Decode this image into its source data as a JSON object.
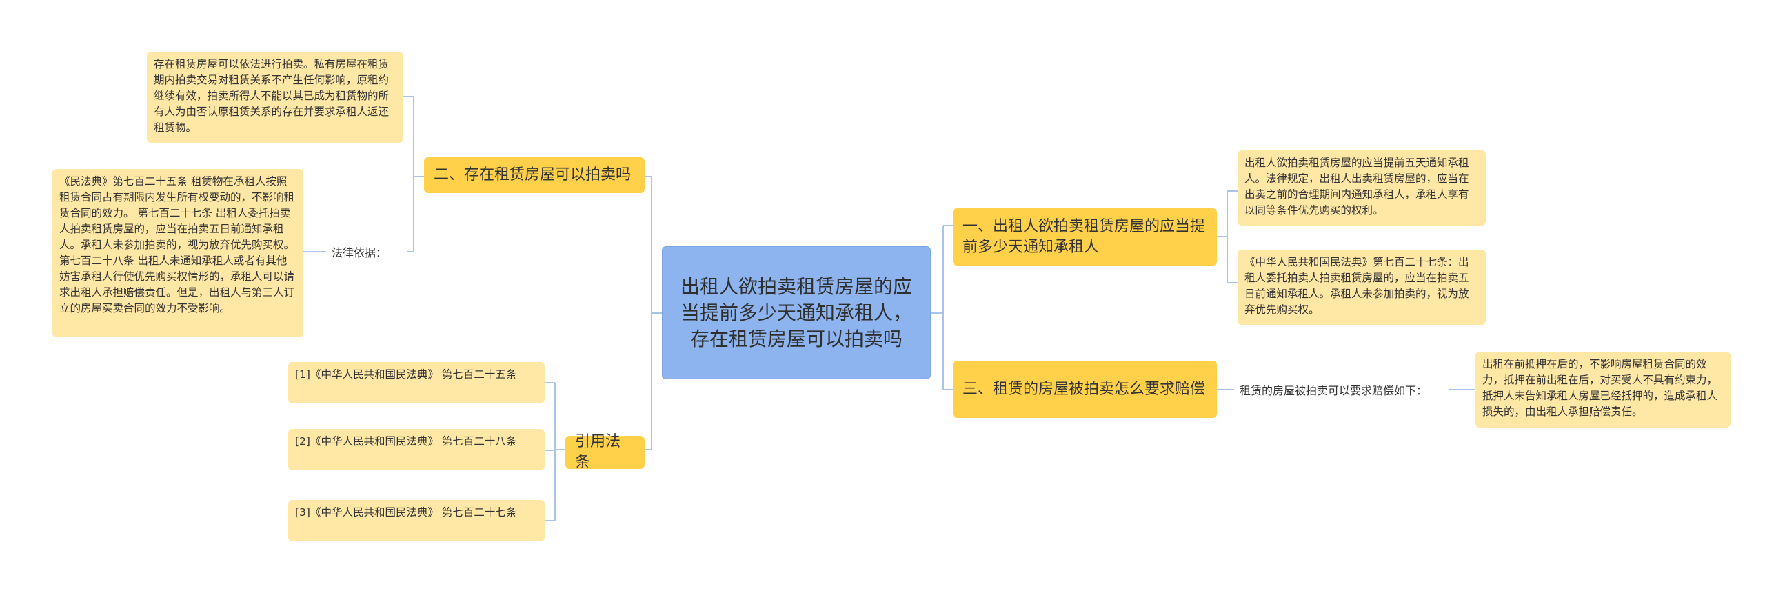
{
  "root": {
    "title": "出租人欲拍卖租赁房屋的应当提前多少天通知承租人，存在租赁房屋可以拍卖吗"
  },
  "branches": {
    "b1": {
      "label": "一、出租人欲拍卖租赁房屋的应当提前多少天通知承租人",
      "leaf1": "出租人欲拍卖租赁房屋的应当提前五天通知承租人。法律规定，出租人出卖租赁房屋的，应当在出卖之前的合理期间内通知承租人，承租人享有以同等条件优先购买的权利。",
      "leaf2": "《中华人民共和国民法典》第七百二十七条：出租人委托拍卖人拍卖租赁房屋的，应当在拍卖五日前通知承租人。承租人未参加拍卖的，视为放弃优先购买权。"
    },
    "b2": {
      "label": "二、存在租赁房屋可以拍卖吗",
      "leaf1": "存在租赁房屋可以依法进行拍卖。私有房屋在租赁期内拍卖交易对租赁关系不产生任何影响，原租约继续有效，拍卖所得人不能以其已成为租赁物的所有人为由否认原租赁关系的存在并要求承租人返还租赁物。",
      "sub_label": "法律依据：",
      "sub_leaf": "《民法典》第七百二十五条 租赁物在承租人按照租赁合同占有期限内发生所有权变动的，不影响租赁合同的效力。 第七百二十七条 出租人委托拍卖人拍卖租赁房屋的，应当在拍卖五日前通知承租人。承租人未参加拍卖的，视为放弃优先购买权。 第七百二十八条 出租人未通知承租人或者有其他妨害承租人行使优先购买权情形的，承租人可以请求出租人承担赔偿责任。但是，出租人与第三人订立的房屋买卖合同的效力不受影响。"
    },
    "b3": {
      "label": "三、租赁的房屋被拍卖怎么要求赔偿",
      "sub_label": "租赁的房屋被拍卖可以要求赔偿如下：",
      "sub_leaf": "出租在前抵押在后的，不影响房屋租赁合同的效力，抵押在前出租在后，对买受人不具有约束力，抵押人未告知承租人房屋已经抵押的，造成承租人损失的，由出租人承担赔偿责任。"
    },
    "b4": {
      "label": "引用法条",
      "ref1": "[1]《中华人民共和国民法典》 第七百二十五条",
      "ref2": "[2]《中华人民共和国民法典》 第七百二十八条",
      "ref3": "[3]《中华人民共和国民法典》 第七百二十七条"
    }
  },
  "colors": {
    "root_fill": "#8db4ef",
    "branch_fill": "#ffd04a",
    "leaf_fill": "#ffe7a6",
    "connector": "#a9c3e9"
  }
}
